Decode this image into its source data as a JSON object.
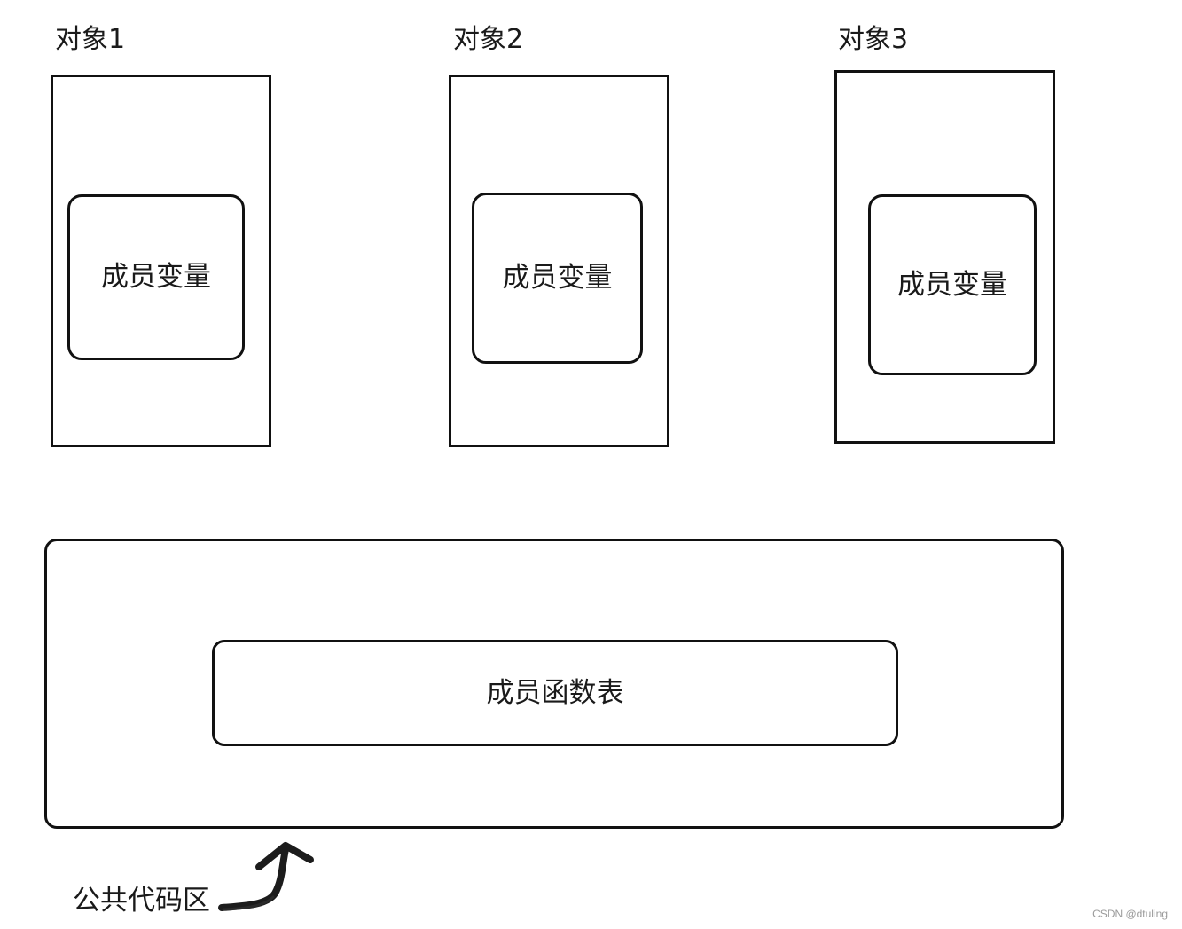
{
  "objects": [
    {
      "label": "对象1",
      "member_vars": "成员变量"
    },
    {
      "label": "对象2",
      "member_vars": "成员变量"
    },
    {
      "label": "对象3",
      "member_vars": "成员变量"
    }
  ],
  "shared_area": {
    "function_table": "成员函数表",
    "label": "公共代码区"
  },
  "watermark": "CSDN @dtuling"
}
